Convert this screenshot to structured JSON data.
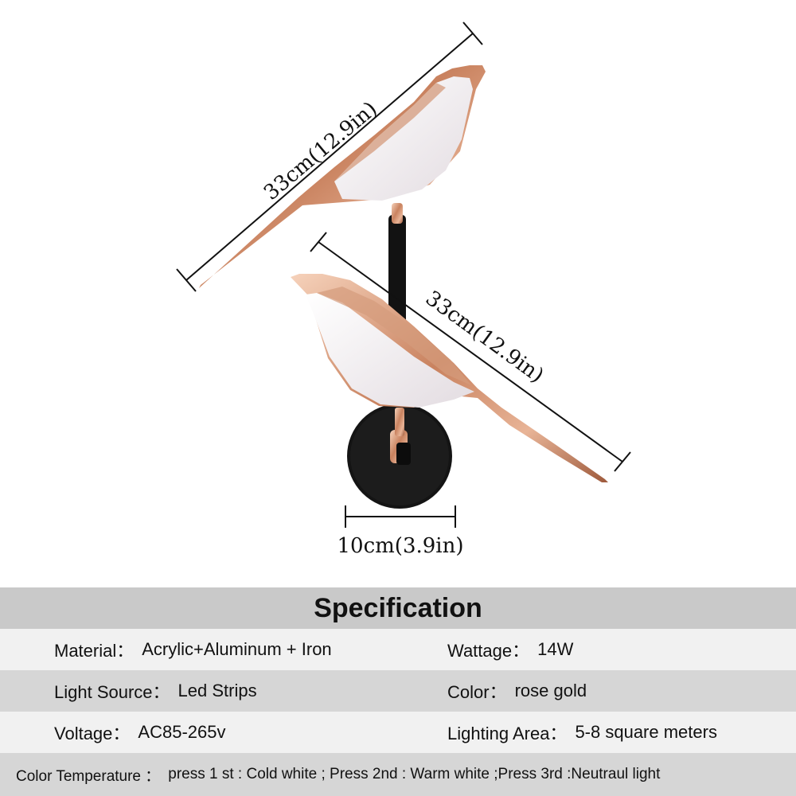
{
  "dimensions": {
    "upper_bird_length": "33cm(12.9in)",
    "lower_bird_length": "33cm(12.9in)",
    "base_diameter": "10cm(3.9in)"
  },
  "colors": {
    "rose_gold": "#d9a284",
    "acrylic_body": "#efe9ec",
    "iron_black": "#141414",
    "header_band": "#c9c9c9",
    "row_dark": "#d6d6d6",
    "row_light": "#f1f1f1"
  },
  "spec": {
    "title": "Specification",
    "material": {
      "label": "Material：",
      "value": "Acrylic+Aluminum + Iron"
    },
    "wattage": {
      "label": "Wattage：",
      "value": "14W"
    },
    "light_source": {
      "label": "Light Source：",
      "value": "Led Strips"
    },
    "color": {
      "label": "Color：",
      "value": "rose gold"
    },
    "voltage": {
      "label": "Voltage：",
      "value": "AC85-265v"
    },
    "lighting_area": {
      "label": "Lighting Area：",
      "value": "5-8 square meters"
    },
    "color_temperature": {
      "label": "Color Temperature ：",
      "value": "press 1 st : Cold white ; Press 2nd : Warm white ;Press 3rd :Neutraul light"
    }
  }
}
